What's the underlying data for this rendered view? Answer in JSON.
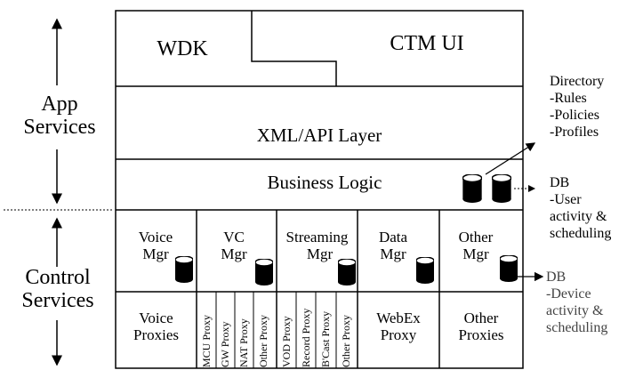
{
  "left_labels": {
    "app_services": [
      "App",
      "Services"
    ],
    "control_services": [
      "Control",
      "Services"
    ]
  },
  "top_row": {
    "left": "WDK",
    "right": "CTM UI"
  },
  "layers": {
    "xml_api": "XML/API Layer",
    "business_logic": "Business Logic"
  },
  "managers": [
    [
      "Voice",
      "Mgr"
    ],
    [
      "VC",
      "Mgr"
    ],
    [
      "Streaming",
      "Mgr"
    ],
    [
      "Data",
      "Mgr"
    ],
    [
      "Other",
      "Mgr"
    ]
  ],
  "proxies": {
    "voice": [
      "Voice",
      "Proxies"
    ],
    "vc_vertical": [
      "MCU Proxy",
      "GW Proxy",
      "NAT Proxy",
      "Other Proxy"
    ],
    "streaming_vertical": [
      "VOD Proxy",
      "Record Proxy",
      "B'Cast Proxy",
      "Other Proxy"
    ],
    "webex": [
      "WebEx",
      "Proxy"
    ],
    "other": [
      "Other",
      "Proxies"
    ]
  },
  "right_notes": {
    "directory": [
      "Directory",
      "-Rules",
      "-Policies",
      "-Profiles"
    ],
    "db_user": [
      "DB",
      "-User",
      "activity &",
      "scheduling"
    ],
    "db_device": [
      "DB",
      "-Device",
      "activity &",
      "scheduling"
    ]
  },
  "icons": [
    "database-icon",
    "up-down-arrow-icon"
  ]
}
